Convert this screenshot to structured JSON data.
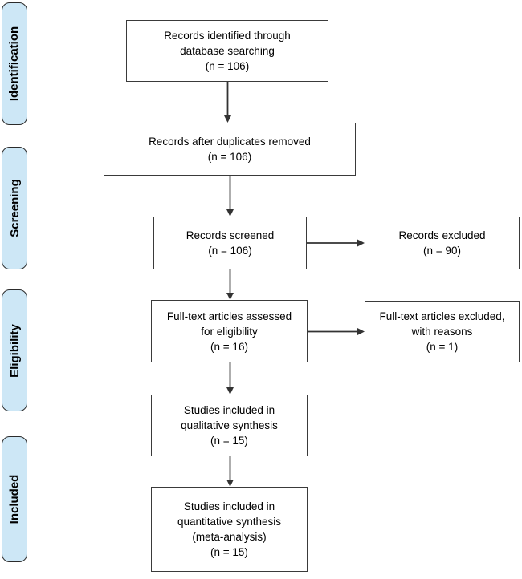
{
  "colors": {
    "stage_fill": "#cde7f6",
    "stage_border": "#2b2b2b",
    "box_fill": "#ffffff",
    "box_border": "#3a3a3a",
    "arrow": "#333333",
    "text": "#000000"
  },
  "stages": [
    {
      "label": "Identification"
    },
    {
      "label": "Screening"
    },
    {
      "label": "Eligibility"
    },
    {
      "label": "Included"
    }
  ],
  "boxes": [
    {
      "id": "records-identified",
      "text": "Records identified through\ndatabase searching\n(n = 106)"
    },
    {
      "id": "duplicates-removed",
      "text": "Records after duplicates removed\n(n = 106)"
    },
    {
      "id": "records-screened",
      "text": "Records screened\n(n = 106)"
    },
    {
      "id": "records-excluded",
      "text": "Records excluded\n(n = 90)"
    },
    {
      "id": "fulltext-assessed",
      "text": "Full-text articles assessed\nfor eligibility\n(n = 16)"
    },
    {
      "id": "fulltext-excluded",
      "text": "Full-text articles excluded,\nwith reasons\n(n = 1)"
    },
    {
      "id": "qualitative-included",
      "text": "Studies included in\nqualitative synthesis\n(n = 15)"
    },
    {
      "id": "quantitative-included",
      "text": "Studies included in\nquantitative synthesis\n(meta-analysis)\n(n = 15)"
    }
  ]
}
